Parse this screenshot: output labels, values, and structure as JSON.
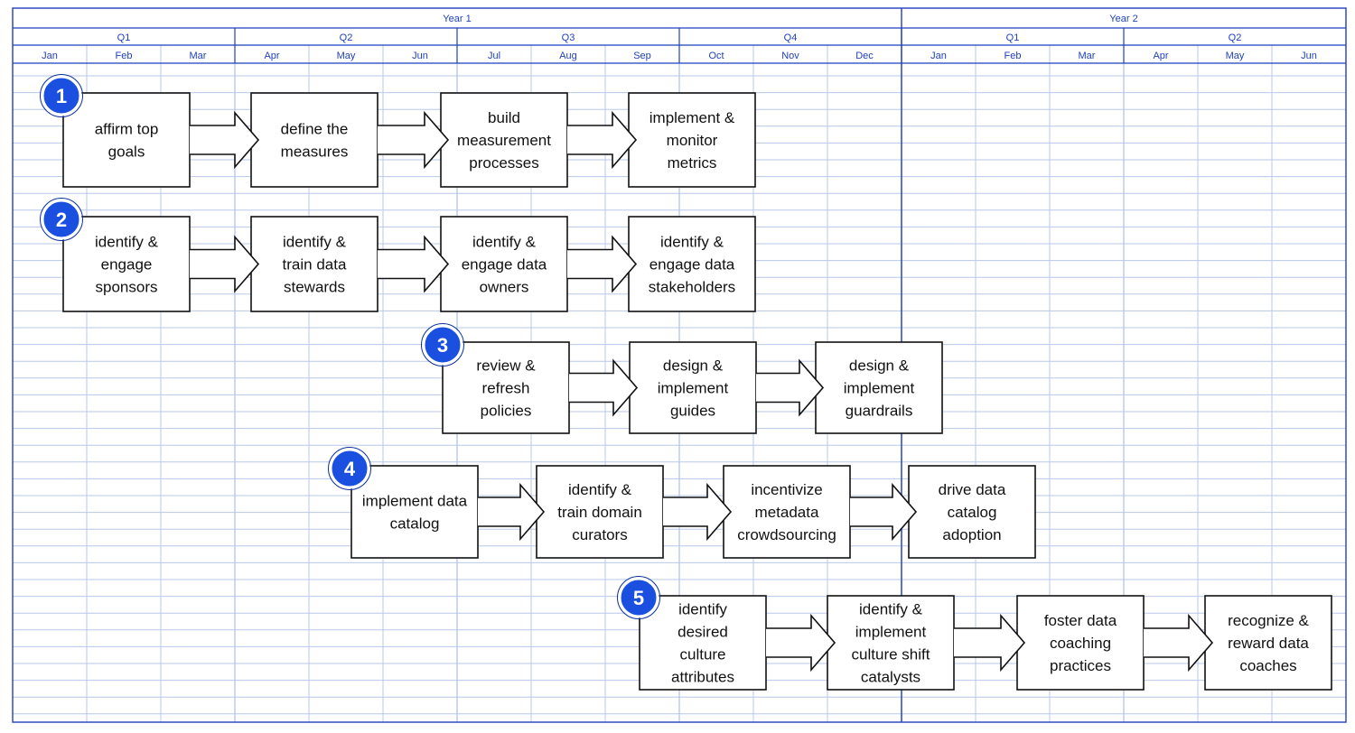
{
  "timeline": {
    "years": [
      "Year 1",
      "Year 2"
    ],
    "quarters": [
      "Q1",
      "Q2",
      "Q3",
      "Q4",
      "Q1",
      "Q2"
    ],
    "months": [
      "Jan",
      "Feb",
      "Mar",
      "Apr",
      "May",
      "Jun",
      "Jul",
      "Aug",
      "Sep",
      "Oct",
      "Nov",
      "Dec",
      "Jan",
      "Feb",
      "Mar",
      "Apr",
      "May",
      "Jun"
    ]
  },
  "colors": {
    "header_text": "#1f3fbf",
    "grid_line": "#b9c8ea",
    "frame": "#1f3fbf",
    "badge_fill": "#1a4fe0",
    "badge_text": "#ffffff",
    "box_border": "#111111"
  },
  "tracks": [
    {
      "number": "1",
      "steps": [
        "affirm top goals",
        "define the measures",
        "build measurement processes",
        "implement & monitor metrics"
      ]
    },
    {
      "number": "2",
      "steps": [
        "identify & engage sponsors",
        "identify & train data stewards",
        "identify & engage data owners",
        "identify & engage data stakeholders"
      ]
    },
    {
      "number": "3",
      "steps": [
        "review & refresh policies",
        "design & implement guides",
        "design & implement guardrails"
      ]
    },
    {
      "number": "4",
      "steps": [
        "implement data catalog",
        "identify & train domain curators",
        "incentivize metadata crowdsourcing",
        "drive data catalog adoption"
      ]
    },
    {
      "number": "5",
      "steps": [
        "identify desired culture attributes",
        "identify & implement culture shift catalysts",
        "foster data coaching practices",
        "recognize & reward data coaches"
      ]
    }
  ]
}
